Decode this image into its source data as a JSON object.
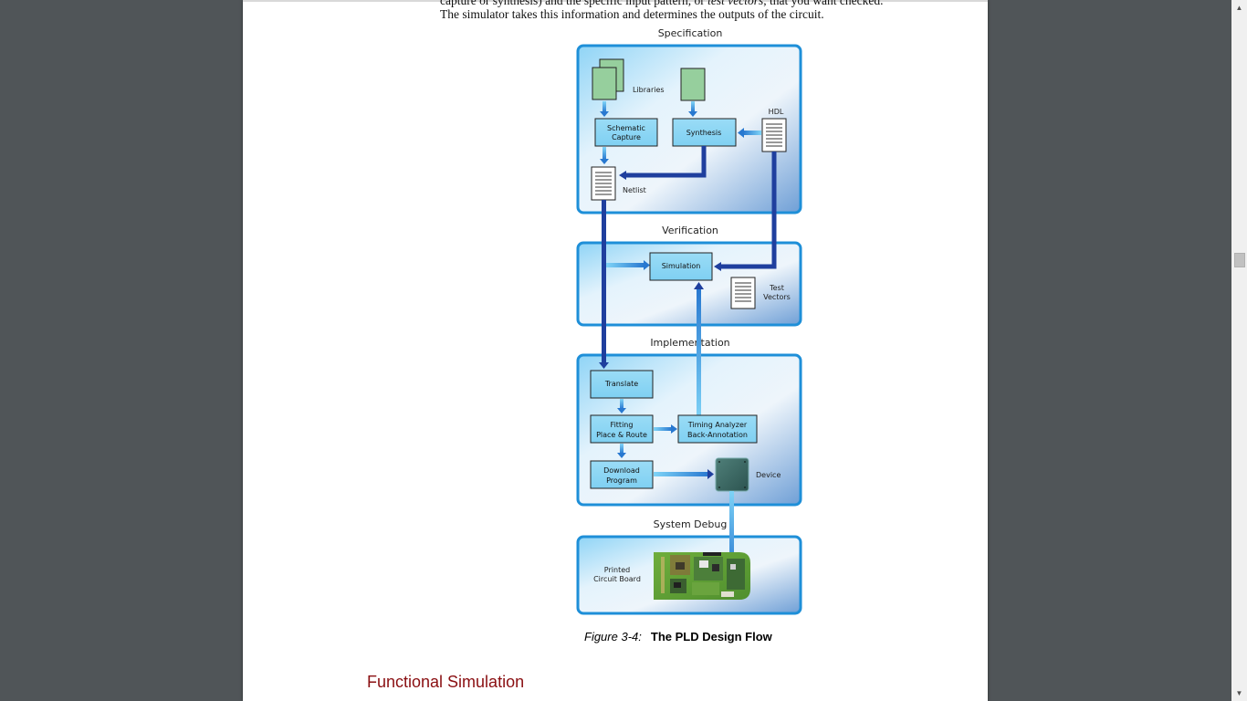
{
  "document": {
    "intro_line1_a": "capture or synthesis) and the specific input pattern, or ",
    "intro_line1_em": "test vectors",
    "intro_line1_b": ", that you want checked.",
    "intro_line2": "The simulator takes this information and determines the outputs of the circuit.",
    "section_heading": "Functional Simulation"
  },
  "figure": {
    "number": "Figure 3-4:",
    "title": "The PLD Design Flow",
    "stages": {
      "specification": "Specification",
      "verification": "Verification",
      "implementation": "Implementation",
      "system_debug": "System Debug"
    },
    "blocks": {
      "libraries": "Libraries",
      "hdl": "HDL",
      "schematic_capture_1": "Schematic",
      "schematic_capture_2": "Capture",
      "synthesis": "Synthesis",
      "netlist": "Netlist",
      "simulation": "Simulation",
      "test_vectors_1": "Test",
      "test_vectors_2": "Vectors",
      "translate": "Translate",
      "fitting_1": "Fitting",
      "fitting_2": "Place & Route",
      "timing_1": "Timing Analyzer",
      "timing_2": "Back-Annotation",
      "download_1": "Download",
      "download_2": "Program",
      "device": "Device",
      "pcb_1": "Printed",
      "pcb_2": "Circuit Board"
    },
    "colors": {
      "process_box": "#8fd8f5",
      "library_doc": "#96cf9d",
      "connector_dark": "#1f3f9e",
      "connector_light": "#3cb8ee",
      "panel_border": "#1e8fd8"
    }
  },
  "scrollbar": {
    "up_icon": "▲",
    "down_icon": "▼"
  }
}
